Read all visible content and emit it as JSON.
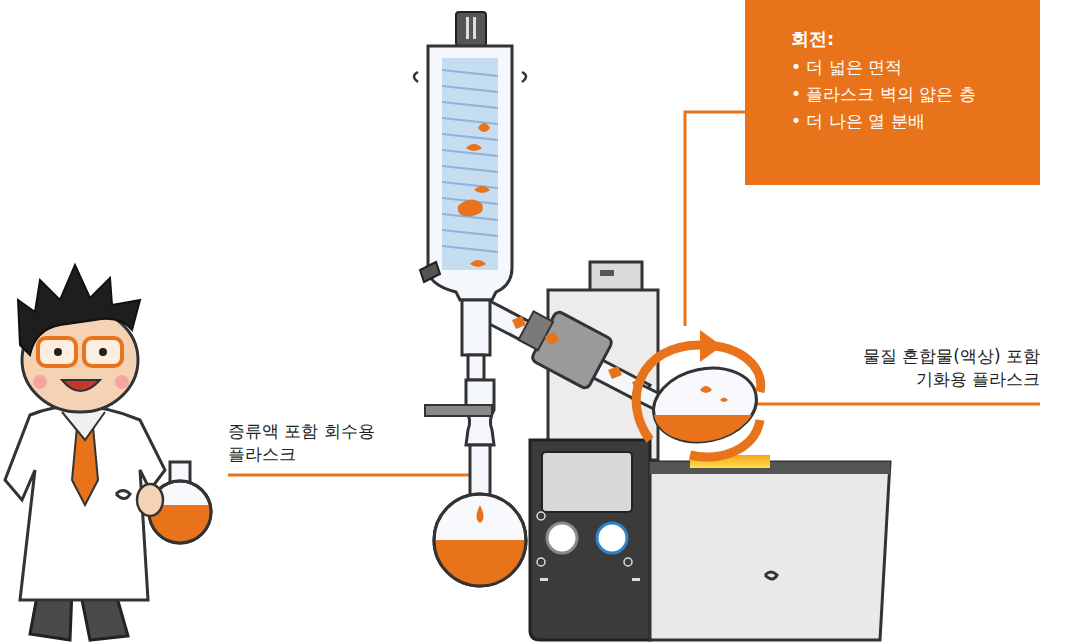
{
  "diagram": {
    "nodes": [
      {
        "text": [
          "회전:",
          "• 더 넓은 면적",
          "• 플라스크 벽의 얇은 층",
          "• 더 나은 열 분배"
        ]
      }
    ],
    "labels": [
      "증류액 포함 회수용 플라스크",
      "물질 혼합물(액상) 포함 기화용 플라스크"
    ]
  }
}
